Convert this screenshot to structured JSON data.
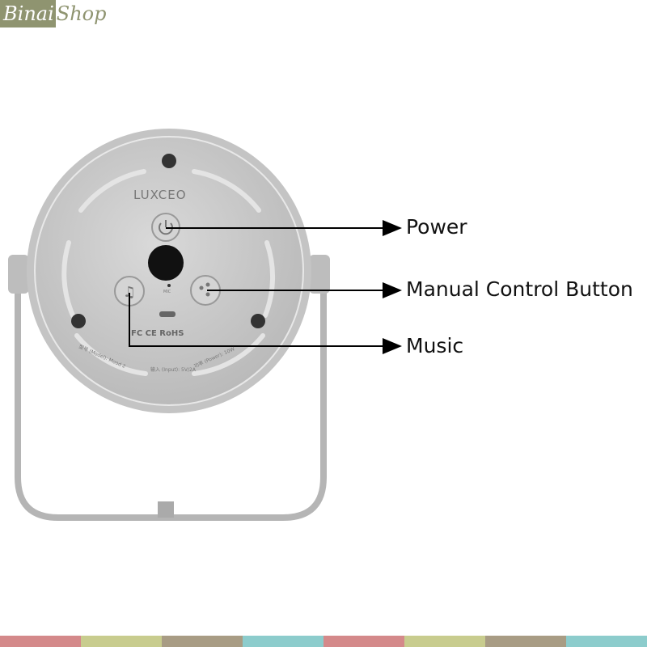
{
  "watermark": {
    "part1": "Binai",
    "part2": "Shop"
  },
  "device": {
    "brand": "LUXCEO",
    "mic": "MIC",
    "model_text": "型号 (Model): Mood 2",
    "input_text": "输入 (Input): 5V/2A",
    "power_text": "功率 (Power): 10W",
    "certs": "FC CE RoHS"
  },
  "callouts": {
    "power": "Power",
    "manual": "Manual Control Button",
    "music": "Music"
  },
  "footer_colors": [
    "#d4898a",
    "#c8cc8e",
    "#a89c84",
    "#8ccccc",
    "#d4898a",
    "#c8cc8e",
    "#a89c84",
    "#8ccccc"
  ]
}
